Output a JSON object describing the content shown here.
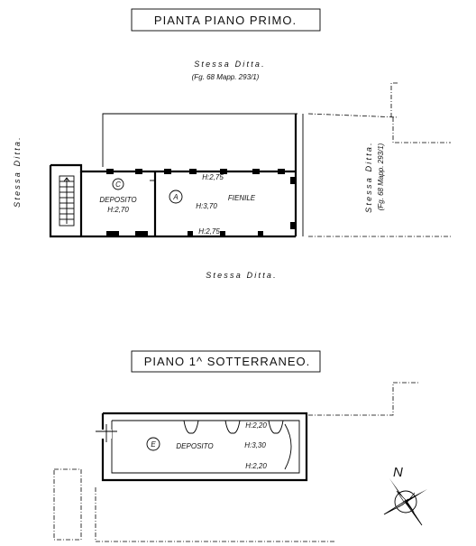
{
  "titles": {
    "first_floor": "PIANTA PIANO PRIMO.",
    "basement": "PIANO 1^ SOTTERRANEO."
  },
  "neighbors": {
    "top_line1": "Stessa Ditta.",
    "top_line2": "(Fg. 68 Mapp. 293/1)",
    "left": "Stessa Ditta.",
    "right_line1": "Stessa Ditta.",
    "right_line2": "(Fg. 68 Mapp. 293/1)",
    "bottom": "Stessa Ditta."
  },
  "first_floor_rooms": {
    "c_marker": "C",
    "c_name": "DEPOSITO",
    "c_height": "H:2,70",
    "a_marker": "A",
    "a_name": "FIENILE",
    "a_height": "H:3,70",
    "beam_top": "H:2,75",
    "beam_bottom": "H:2,75"
  },
  "basement_rooms": {
    "e_marker": "E",
    "e_name": "DEPOSITO",
    "e_height": "H:3,30",
    "top_height": "H:2,20",
    "bottom_height": "H:2,20"
  },
  "compass": {
    "north_label": "N"
  }
}
